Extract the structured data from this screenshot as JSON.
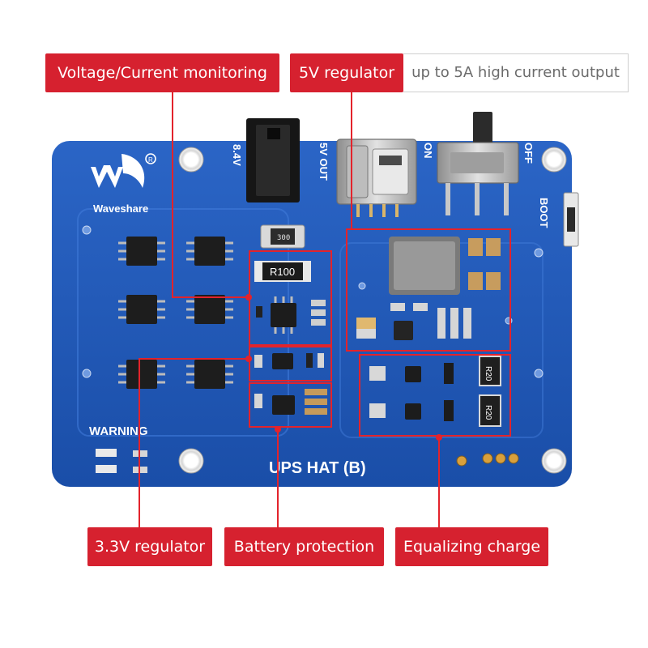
{
  "callouts": {
    "voltage_monitoring": "Voltage/Current monitoring",
    "regulator_5v": "5V regulator",
    "regulator_5v_note": "up to 5A high current output",
    "regulator_3v3": "3.3V regulator",
    "battery_protection": "Battery protection",
    "equalizing_charge": "Equalizing charge"
  },
  "board": {
    "brand": "Waveshare",
    "model": "UPS HAT (B)",
    "warning": "WARNING",
    "boot_label": "BOOT",
    "input_label": "8.4V",
    "usb_label": "5V OUT",
    "switch_on": "ON",
    "switch_off": "OFF",
    "resistor_marking": "R100",
    "inductor_marking": "300",
    "resistor_r20_top": "R20",
    "resistor_r20_bottom": "R20"
  },
  "colors": {
    "pcb": "#1f57b8",
    "callout": "#d6212f",
    "highlight_box": "#e3232b"
  }
}
